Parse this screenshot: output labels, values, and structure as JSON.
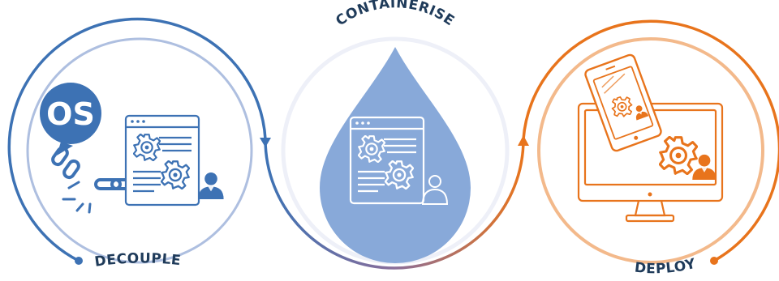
{
  "steps": [
    {
      "label": "DECOUPLE",
      "color": "#3d72b4"
    },
    {
      "label": "CONTAINERISE",
      "color": "#1f3b5a"
    },
    {
      "label": "DEPLOY",
      "color": "#e8741c"
    }
  ],
  "decouple": {
    "badge_text": "OS"
  },
  "colors": {
    "blue": "#3d72b4",
    "light_blue_ring": "#aebfe0",
    "drop_fill": "#88a9d9",
    "orange": "#e8741c",
    "light_orange_ring": "#f3b98b",
    "dark_label": "#1f3b5a"
  },
  "icons": [
    "os-badge-icon",
    "broken-chain-icon",
    "app-window-icon",
    "gear-icon",
    "user-icon",
    "droplet-icon",
    "tablet-icon",
    "monitor-icon"
  ]
}
